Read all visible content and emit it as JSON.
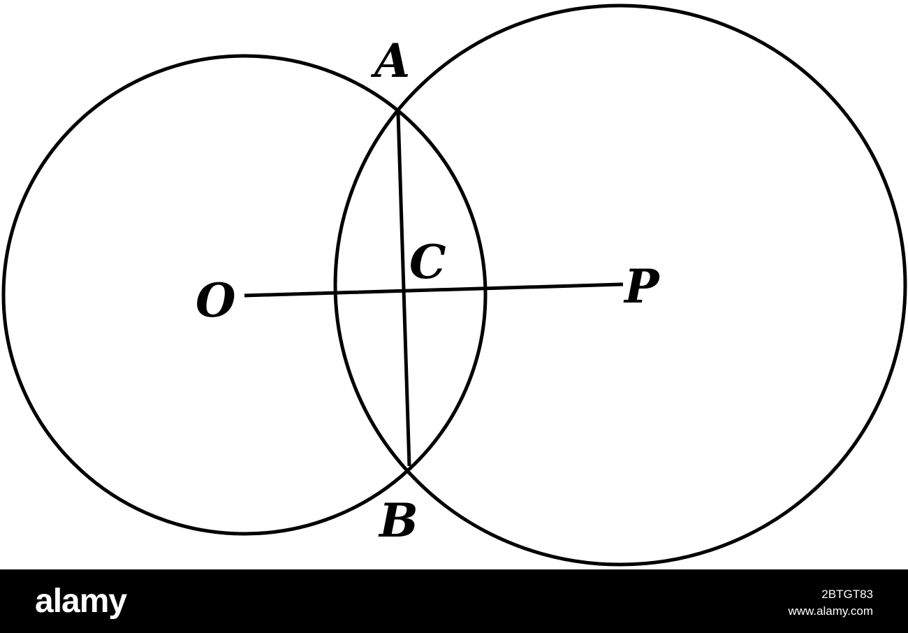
{
  "diagram": {
    "labels": {
      "A": "A",
      "B": "B",
      "C": "C",
      "O": "O",
      "P": "P"
    },
    "stroke_color": "#000000",
    "background_color": "#ffffff"
  },
  "footer": {
    "brand": "alamy",
    "image_id": "2BTGT83",
    "site": "www.alamy.com",
    "background_color": "#000000",
    "text_color": "#ffffff"
  }
}
